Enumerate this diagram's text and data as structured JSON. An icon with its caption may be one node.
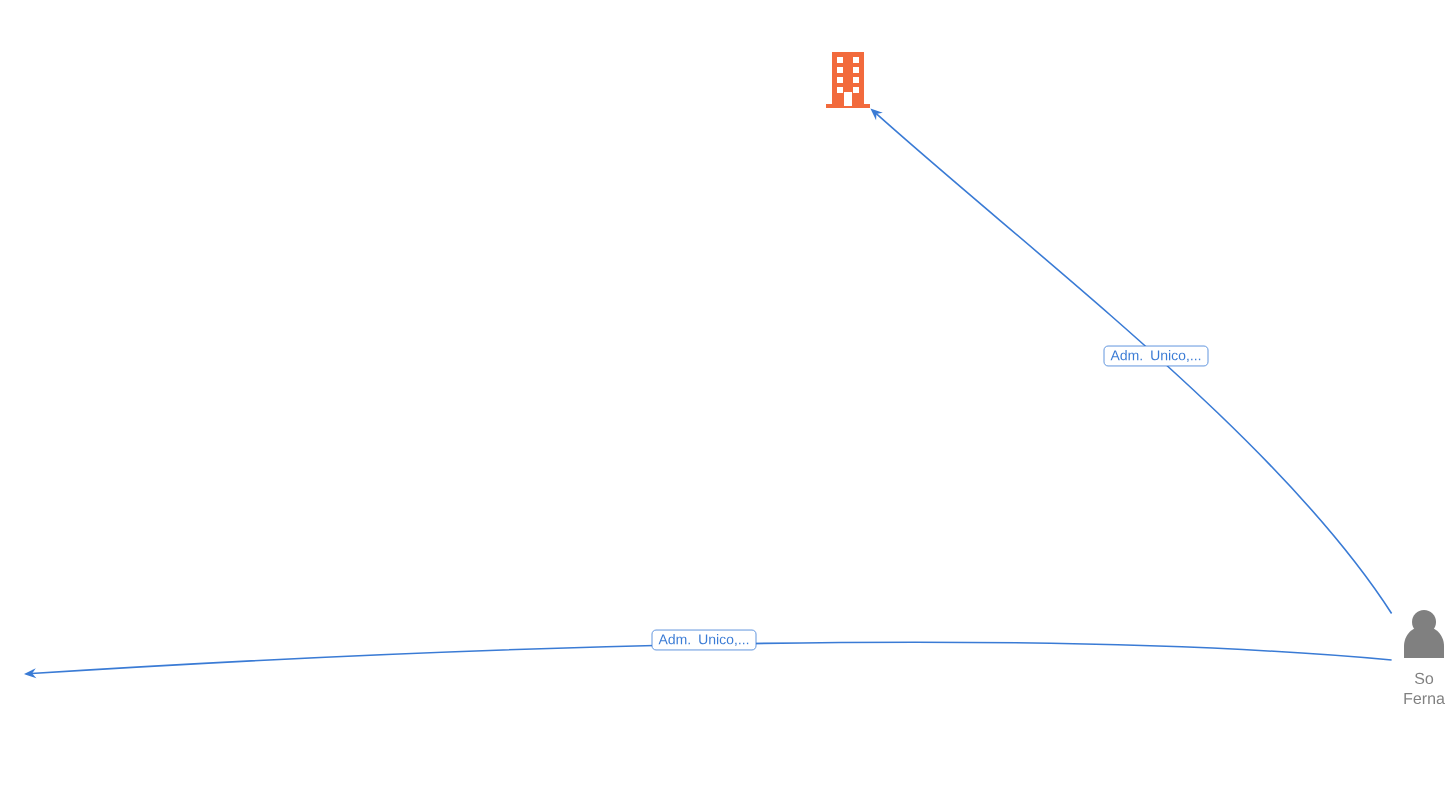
{
  "diagram": {
    "nodes": [
      {
        "text": [],
        "shape": "building"
      },
      {
        "text": [
          "So Ferna"
        ]
      }
    ],
    "edges": [
      {
        "from": 1,
        "to": 0,
        "arrow": "to",
        "label": "Adm. Unico,..."
      },
      {
        "from": 1,
        "to": null,
        "arrow": "to",
        "label": "Adm. Unico,..."
      }
    ]
  }
}
